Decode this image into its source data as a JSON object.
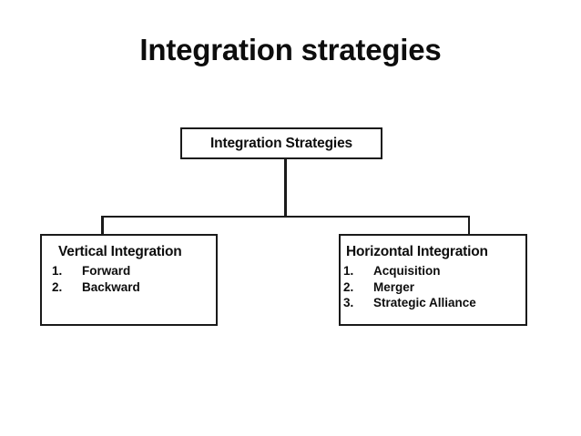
{
  "slide": {
    "title": "Integration strategies",
    "background_color": "#ffffff",
    "text_color": "#0d0d0d",
    "line_color": "#1a1a1a"
  },
  "diagram": {
    "type": "org-chart",
    "root": {
      "label": "Integration Strategies"
    },
    "branches": [
      {
        "label": "Vertical Integration",
        "items": [
          {
            "num": "1.",
            "text": "Forward"
          },
          {
            "num": "2.",
            "text": "Backward"
          }
        ]
      },
      {
        "label": "Horizontal Integration",
        "items": [
          {
            "num": "1.",
            "text": "Acquisition"
          },
          {
            "num": "2.",
            "text": "Merger"
          },
          {
            "num": "3.",
            "text": "Strategic Alliance"
          }
        ]
      }
    ]
  }
}
